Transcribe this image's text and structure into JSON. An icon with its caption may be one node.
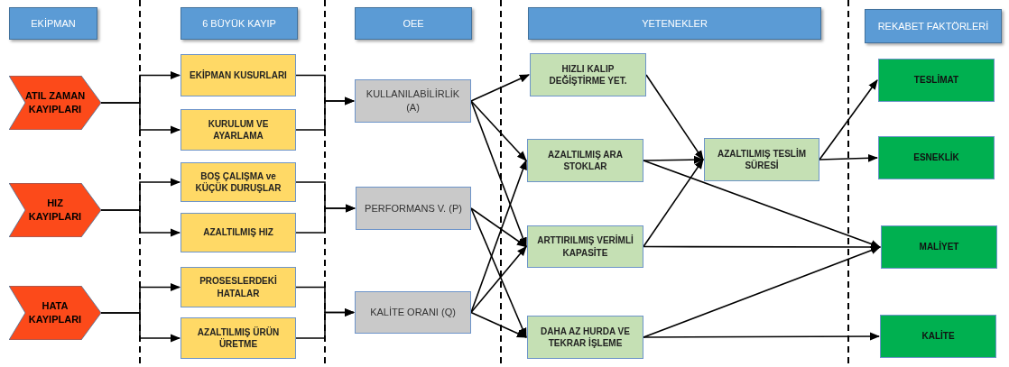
{
  "diagram": {
    "nodes": [
      {
        "text": [
          "EKİPMAN"
        ]
      },
      {
        "text": [
          "6 BÜYÜK KAYIP"
        ]
      },
      {
        "text": [
          "OEE"
        ]
      },
      {
        "text": [
          "YETENEKLER"
        ]
      },
      {
        "text": [
          "REKABET FAKTÖRLERİ"
        ]
      },
      {
        "text": [
          "ATIL ZAMAN KAYIPLARI"
        ]
      },
      {
        "text": [
          "HIZ KAYIPLARI"
        ]
      },
      {
        "text": [
          "HATA KAYIPLARI"
        ]
      },
      {
        "text": [
          "EKİPMAN KUSURLARI"
        ]
      },
      {
        "text": [
          "KURULUM VE AYARLAMA"
        ]
      },
      {
        "text": [
          "BOŞ ÇALIŞMA ve KÜÇÜK DURUŞLAR"
        ]
      },
      {
        "text": [
          "AZALTILMIŞ HIZ"
        ]
      },
      {
        "text": [
          "PROSESLERDEKİ HATALAR"
        ]
      },
      {
        "text": [
          "AZALTILMIŞ ÜRÜN ÜRETME"
        ]
      },
      {
        "text": [
          "KULLANILABİLİRLİK (A)"
        ]
      },
      {
        "text": [
          "PERFORMANS V. (P)"
        ]
      },
      {
        "text": [
          "KALİTE ORANI (Q)"
        ]
      },
      {
        "text": [
          "HIZLI KALIP DEĞİŞTİRME YET."
        ]
      },
      {
        "text": [
          "AZALTILMIŞ ARA STOKLAR"
        ]
      },
      {
        "text": [
          "ARTTIRILMIŞ VERİMLİ KAPASİTE"
        ]
      },
      {
        "text": [
          "DAHA AZ HURDA VE TEKRAR İŞLEME"
        ]
      },
      {
        "text": [
          "AZALTILMIŞ TESLİM SÜRESİ"
        ]
      },
      {
        "text": [
          "TESLİMAT"
        ]
      },
      {
        "text": [
          "ESNEKLİK"
        ]
      },
      {
        "text": [
          "MALİYET"
        ]
      },
      {
        "text": [
          "KALİTE"
        ]
      }
    ],
    "edges": [
      {
        "from": 5,
        "to": 8,
        "arrow": "to"
      },
      {
        "from": 5,
        "to": 9,
        "arrow": "to"
      },
      {
        "from": 6,
        "to": 10,
        "arrow": "to"
      },
      {
        "from": 6,
        "to": 11,
        "arrow": "to"
      },
      {
        "from": 7,
        "to": 12,
        "arrow": "to"
      },
      {
        "from": 7,
        "to": 13,
        "arrow": "to"
      },
      {
        "from": 8,
        "to": 14,
        "arrow": "to"
      },
      {
        "from": 9,
        "to": 14,
        "arrow": "to"
      },
      {
        "from": 10,
        "to": 15,
        "arrow": "to"
      },
      {
        "from": 11,
        "to": 15,
        "arrow": "to"
      },
      {
        "from": 12,
        "to": 16,
        "arrow": "to"
      },
      {
        "from": 13,
        "to": 16,
        "arrow": "to"
      },
      {
        "from": 14,
        "to": 17,
        "arrow": "to"
      },
      {
        "from": 14,
        "to": 18,
        "arrow": "to"
      },
      {
        "from": 14,
        "to": 19,
        "arrow": "to"
      },
      {
        "from": 15,
        "to": 19,
        "arrow": "to"
      },
      {
        "from": 15,
        "to": 20,
        "arrow": "to"
      },
      {
        "from": 16,
        "to": 18,
        "arrow": "to"
      },
      {
        "from": 16,
        "to": 19,
        "arrow": "to"
      },
      {
        "from": 16,
        "to": 20,
        "arrow": "to"
      },
      {
        "from": 17,
        "to": 21,
        "arrow": "to"
      },
      {
        "from": 18,
        "to": 21,
        "arrow": "to"
      },
      {
        "from": 19,
        "to": 21,
        "arrow": "to"
      },
      {
        "from": 18,
        "to": 24,
        "arrow": "to"
      },
      {
        "from": 19,
        "to": 24,
        "arrow": "to"
      },
      {
        "from": 20,
        "to": 24,
        "arrow": "to"
      },
      {
        "from": 20,
        "to": 25,
        "arrow": "to"
      },
      {
        "from": 21,
        "to": 22,
        "arrow": "to"
      },
      {
        "from": 21,
        "to": 23,
        "arrow": "to"
      }
    ]
  }
}
